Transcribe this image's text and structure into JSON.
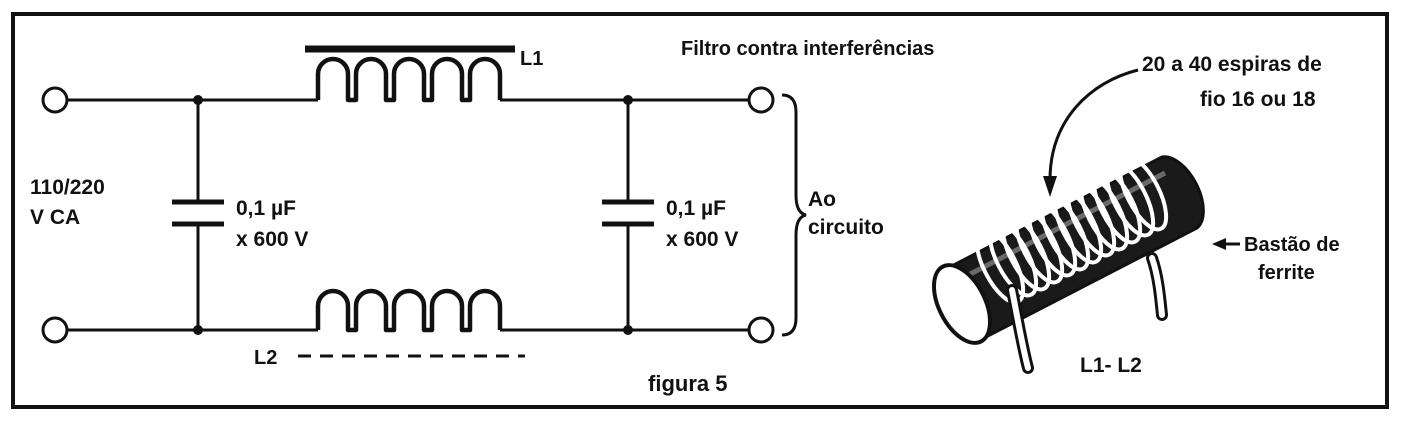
{
  "title": "Filtro contra interferências",
  "input_label_line1": "110/220",
  "input_label_line2": "V CA",
  "cap_left": {
    "value": "0,1 µF",
    "rating": "x 600 V"
  },
  "cap_right": {
    "value": "0,1 µF",
    "rating": "x 600 V"
  },
  "inductor_top_label": "L1",
  "inductor_bottom_label": "L2",
  "output_label_line1": "Ao",
  "output_label_line2": "circuito",
  "coil_note_line1": "20 a 40 espiras de",
  "coil_note_line2": "fio 16 ou 18",
  "rod_note_line1": "Bastão de",
  "rod_note_line2": "ferrite",
  "coil_label": "L1- L2",
  "caption": "figura 5",
  "colors": {
    "ink": "#111111",
    "paper": "#ffffff"
  }
}
